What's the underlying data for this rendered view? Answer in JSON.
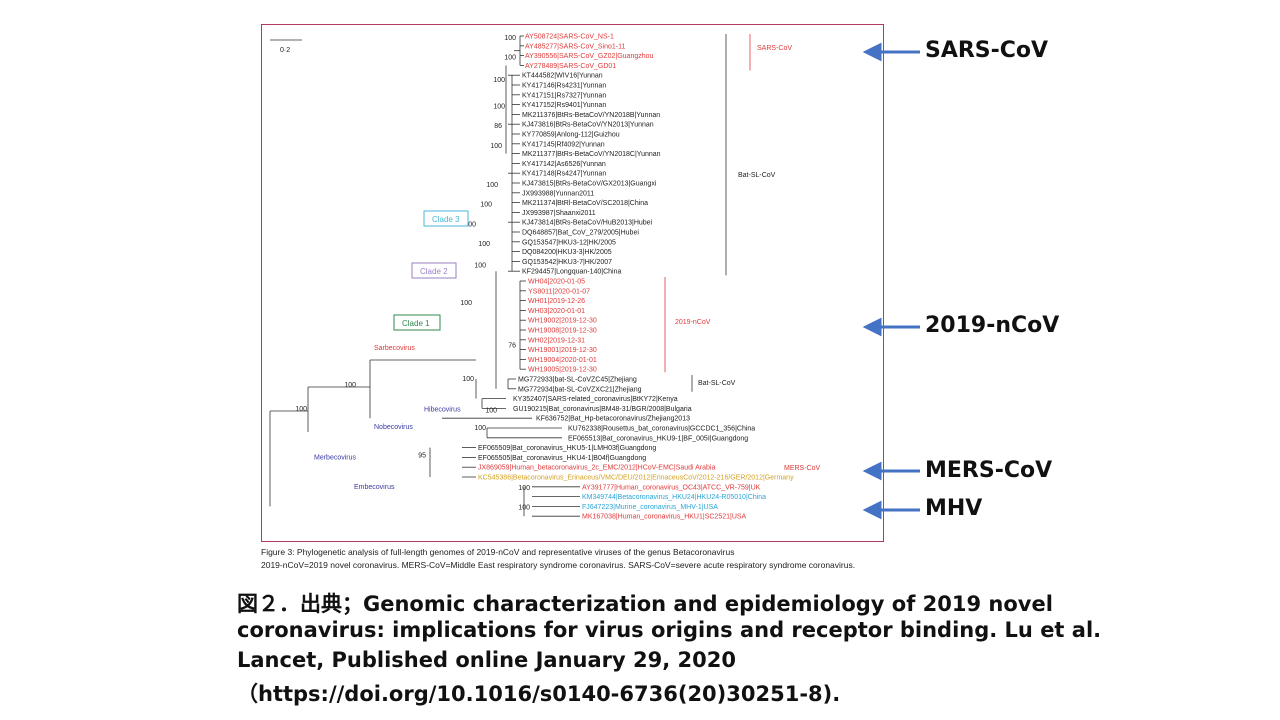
{
  "scale_bar": "0·2",
  "sars_group": {
    "label": "SARS-CoV",
    "taxa": [
      "AY508724|SARS-CoV_NS-1",
      "AY485277|SARS-CoV_Sino1-11",
      "AY390556|SARS-CoV_GZ02|Guangzhou",
      "AY278489|SARS-CoV_GD01"
    ]
  },
  "bat_sl_group": {
    "label": "Bat-SL-CoV",
    "taxa": [
      "KT444582|WIV16|Yunnan",
      "KY417146|Rs4231|Yunnan",
      "KY417151|Rs7327|Yunnan",
      "KY417152|Rs9401|Yunnan",
      "MK211376|BtRs-BetaCoV/YN2018B|Yunnan",
      "KJ473816|BtRs-BetaCoV/YN2013|Yunnan",
      "KY770859|Anlong-112|Guizhou",
      "KY417145|Rf4092|Yunnan",
      "MK211377|BtRs-BetaCoV/YN2018C|Yunnan",
      "KY417142|As6526|Yunnan",
      "KY417148|Rs4247|Yunnan",
      "KJ473815|BtRs-BetaCoV/GX2013|Guangxi",
      "JX993988|Yunnan2011",
      "MK211374|BtRl-BetaCoV/SC2018|China",
      "JX993987|Shaanxi2011",
      "KJ473814|BtRs-BetaCoV/HuB2013|Hubei",
      "DQ648857|Bat_CoV_279/2005|Hubei",
      "GQ153547|HKU3-12|HK/2005",
      "DQ084200|HKU3-3|HK/2005",
      "GQ153542|HKU3-7|HK/2007",
      "KF294457|Longquan-140|China"
    ]
  },
  "ncov_group": {
    "label": "2019-nCoV",
    "taxa": [
      "WH04|2020-01-05",
      "YS8011|2020-01-07",
      "WH01|2019-12-26",
      "WH03|2020-01-01",
      "WH19002|2019-12-30",
      "WH19008|2019-12-30",
      "WH02|2019-12-31",
      "WH19001|2019-12-30",
      "WH19004|2020-01-01",
      "WH19005|2019-12-30"
    ]
  },
  "bat_sl_zc": {
    "label": "Bat-SL-CoV",
    "taxa": [
      "MG772933|bat-SL-CoVZC45|Zhejiang",
      "MG772934|bat-SL-CoVZXC21|Zhejiang"
    ]
  },
  "other_sarbeco": [
    "KY352407|SARS-related_coronavirus|BtKY72|Kenya",
    "GU190215|Bat_coronavirus|BM48-31/BGR/2008|Bulgaria"
  ],
  "hibeco": [
    "KF636752|Bat_Hp-betacoronavirus/Zhejiang2013"
  ],
  "nobeco": [
    "KU762338|Rousettus_bat_coronavirus|GCCDC1_356|China",
    "EF065513|Bat_coronavirus_HKU9-1|BF_005I|Guangdong"
  ],
  "merbeco": [
    "EF065509|Bat_coronavirus_HKU5-1|LMH03f|Guangdong",
    "EF065505|Bat_coronavirus_HKU4-1|B04f|Guangdong",
    "JX869059|Human_betacoronavirus_2c_EMC/2012|HCoV-EMC|Saudi Arabia",
    "KC545386|Betacoronavirus_Erinaceus/VMC/DEU/2012|ErinaceusCoV/2012-216/GER/2012|Germany"
  ],
  "mers_label": "MERS-CoV",
  "embeco": [
    "AY391777|Human_coronavirus_OC43|ATCC_VR-759|UK",
    "KM349744|Betacoronavirus_HKU24|HKU24-R05010|China",
    "FJ647223|Murine_coronavirus_MHV-1|USA",
    "MK167038|Human_coronavirus_HKU1|SC2521|USA"
  ],
  "subgenera": {
    "sarbeco": "Sarbecovirus",
    "hibeco": "Hibecovirus",
    "nobeco": "Nobecovirus",
    "merbeco": "Merbecovirus",
    "embeco": "Embecovirus"
  },
  "clades": {
    "clade3": "Clade 3",
    "clade2": "Clade 2",
    "clade1": "Clade 1"
  },
  "bootstrap": {
    "b100_a": "100",
    "b100_b": "100",
    "b100_c": "100",
    "b86": "86",
    "b100_d": "100",
    "b100_e": "100",
    "b100_f": "100",
    "b100_g": "100",
    "b100_h": "100",
    "b100_i": "100",
    "b76": "76",
    "b100_j": "100",
    "b100_k": "100",
    "b100_l": "100",
    "b100_m": "100",
    "b100_n": "100",
    "b100_o": "100",
    "b95": "95",
    "b100_p": "100",
    "b100_q": "100",
    "b100_r": "100"
  },
  "caption": {
    "figure_label": "Figure 3: Phylogenetic analysis of full-length genomes of 2019-nCoV and representative viruses of the genus Betacoronavirus",
    "abbreviations": "2019-nCoV=2019 novel coronavirus. MERS-CoV=Middle East respiratory syndrome coronavirus. SARS-CoV=severe acute respiratory syndrome coronavirus."
  },
  "side_labels": {
    "sars": "SARS-CoV",
    "ncov": "2019-nCoV",
    "mers": "MERS-CoV",
    "mhv": "MHV"
  },
  "citation": {
    "line1": "図２．出典；Genomic characterization and epidemiology of 2019 novel",
    "line2": "coronavirus: implications for virus origins and receptor binding.  Lu et al.",
    "line3": "Lancet, Published online January 29, 2020",
    "line4": "（https://doi.org/10.1016/s0140-6736(20)30251-8)."
  },
  "colors": {
    "sars_red": "#e03a3a",
    "frame": "#b23a5e",
    "arrow_blue": "#4472c4",
    "subgenus_blue": "#3a3aa0",
    "merbeco_yellow": "#d4a020",
    "embeco_cyan": "#2aa6d8",
    "clade3": "#49b6d9",
    "clade2": "#9a7fc4",
    "clade1": "#2f8a4e"
  }
}
